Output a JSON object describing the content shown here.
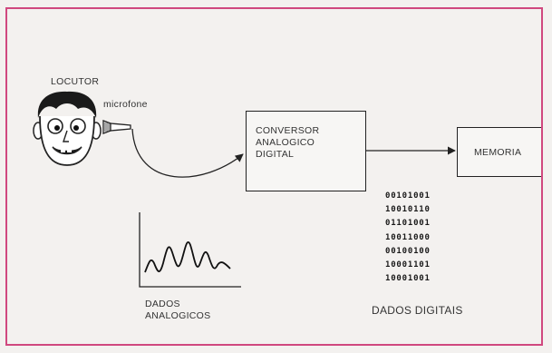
{
  "labels": {
    "locutor": "LOCUTOR",
    "microfone": "microfone",
    "memoria": "MEMORIA",
    "dados_digitais": "DADOS DIGITAIS",
    "dados_analogicos": [
      "DADOS",
      "ANALOGICOS"
    ]
  },
  "converter": {
    "lines": [
      "CONVERSOR",
      "ANALOGICO",
      "DIGITAL"
    ]
  },
  "binary_data": [
    "00101001",
    "10010110",
    "01101001",
    "10011000",
    "00100100",
    "10001101",
    "10001001"
  ],
  "colors": {
    "frame_border": "#d0487f",
    "ink": "#222222",
    "paper": "#f3f1ef"
  },
  "icons": [
    "speaker-face-icon",
    "microphone-icon",
    "analog-wave-icon"
  ]
}
